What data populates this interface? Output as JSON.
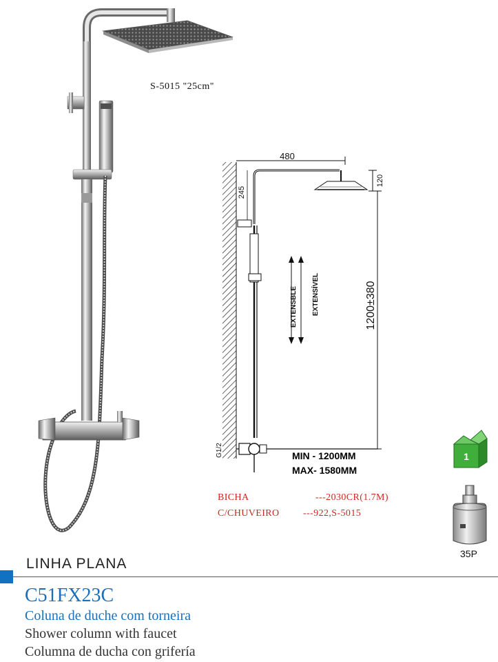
{
  "photo": {
    "model_note": "S-5015 \"25cm\""
  },
  "diagram": {
    "width_dim": "480",
    "drop_dim": "245",
    "head_dim": "120",
    "height_dim": "1200±380",
    "inlet_label": "G1/2",
    "extend_en": "EXTENSBLE",
    "extend_pt": "EXTENSÍVEL",
    "min": "MIN - 1200MM",
    "max": "MAX- 1580MM"
  },
  "specs": [
    {
      "label": "BICHA",
      "value": "---2030CR(1.7M)"
    },
    {
      "label": "C/CHUVEIRO",
      "value": "---922,S-5015"
    }
  ],
  "badge": {
    "number": "1"
  },
  "cartridge": {
    "label": "35P"
  },
  "product": {
    "line": "LINHA PLANA",
    "code": "C51FX23C",
    "name_pt": "Coluna de duche com torneira",
    "name_en": "Shower column with faucet",
    "name_es": "Columna de ducha con grifería"
  },
  "colors": {
    "accent_blue": "#1272c2",
    "spec_red": "#c62a1f",
    "badge_green": "#3fae3a"
  }
}
